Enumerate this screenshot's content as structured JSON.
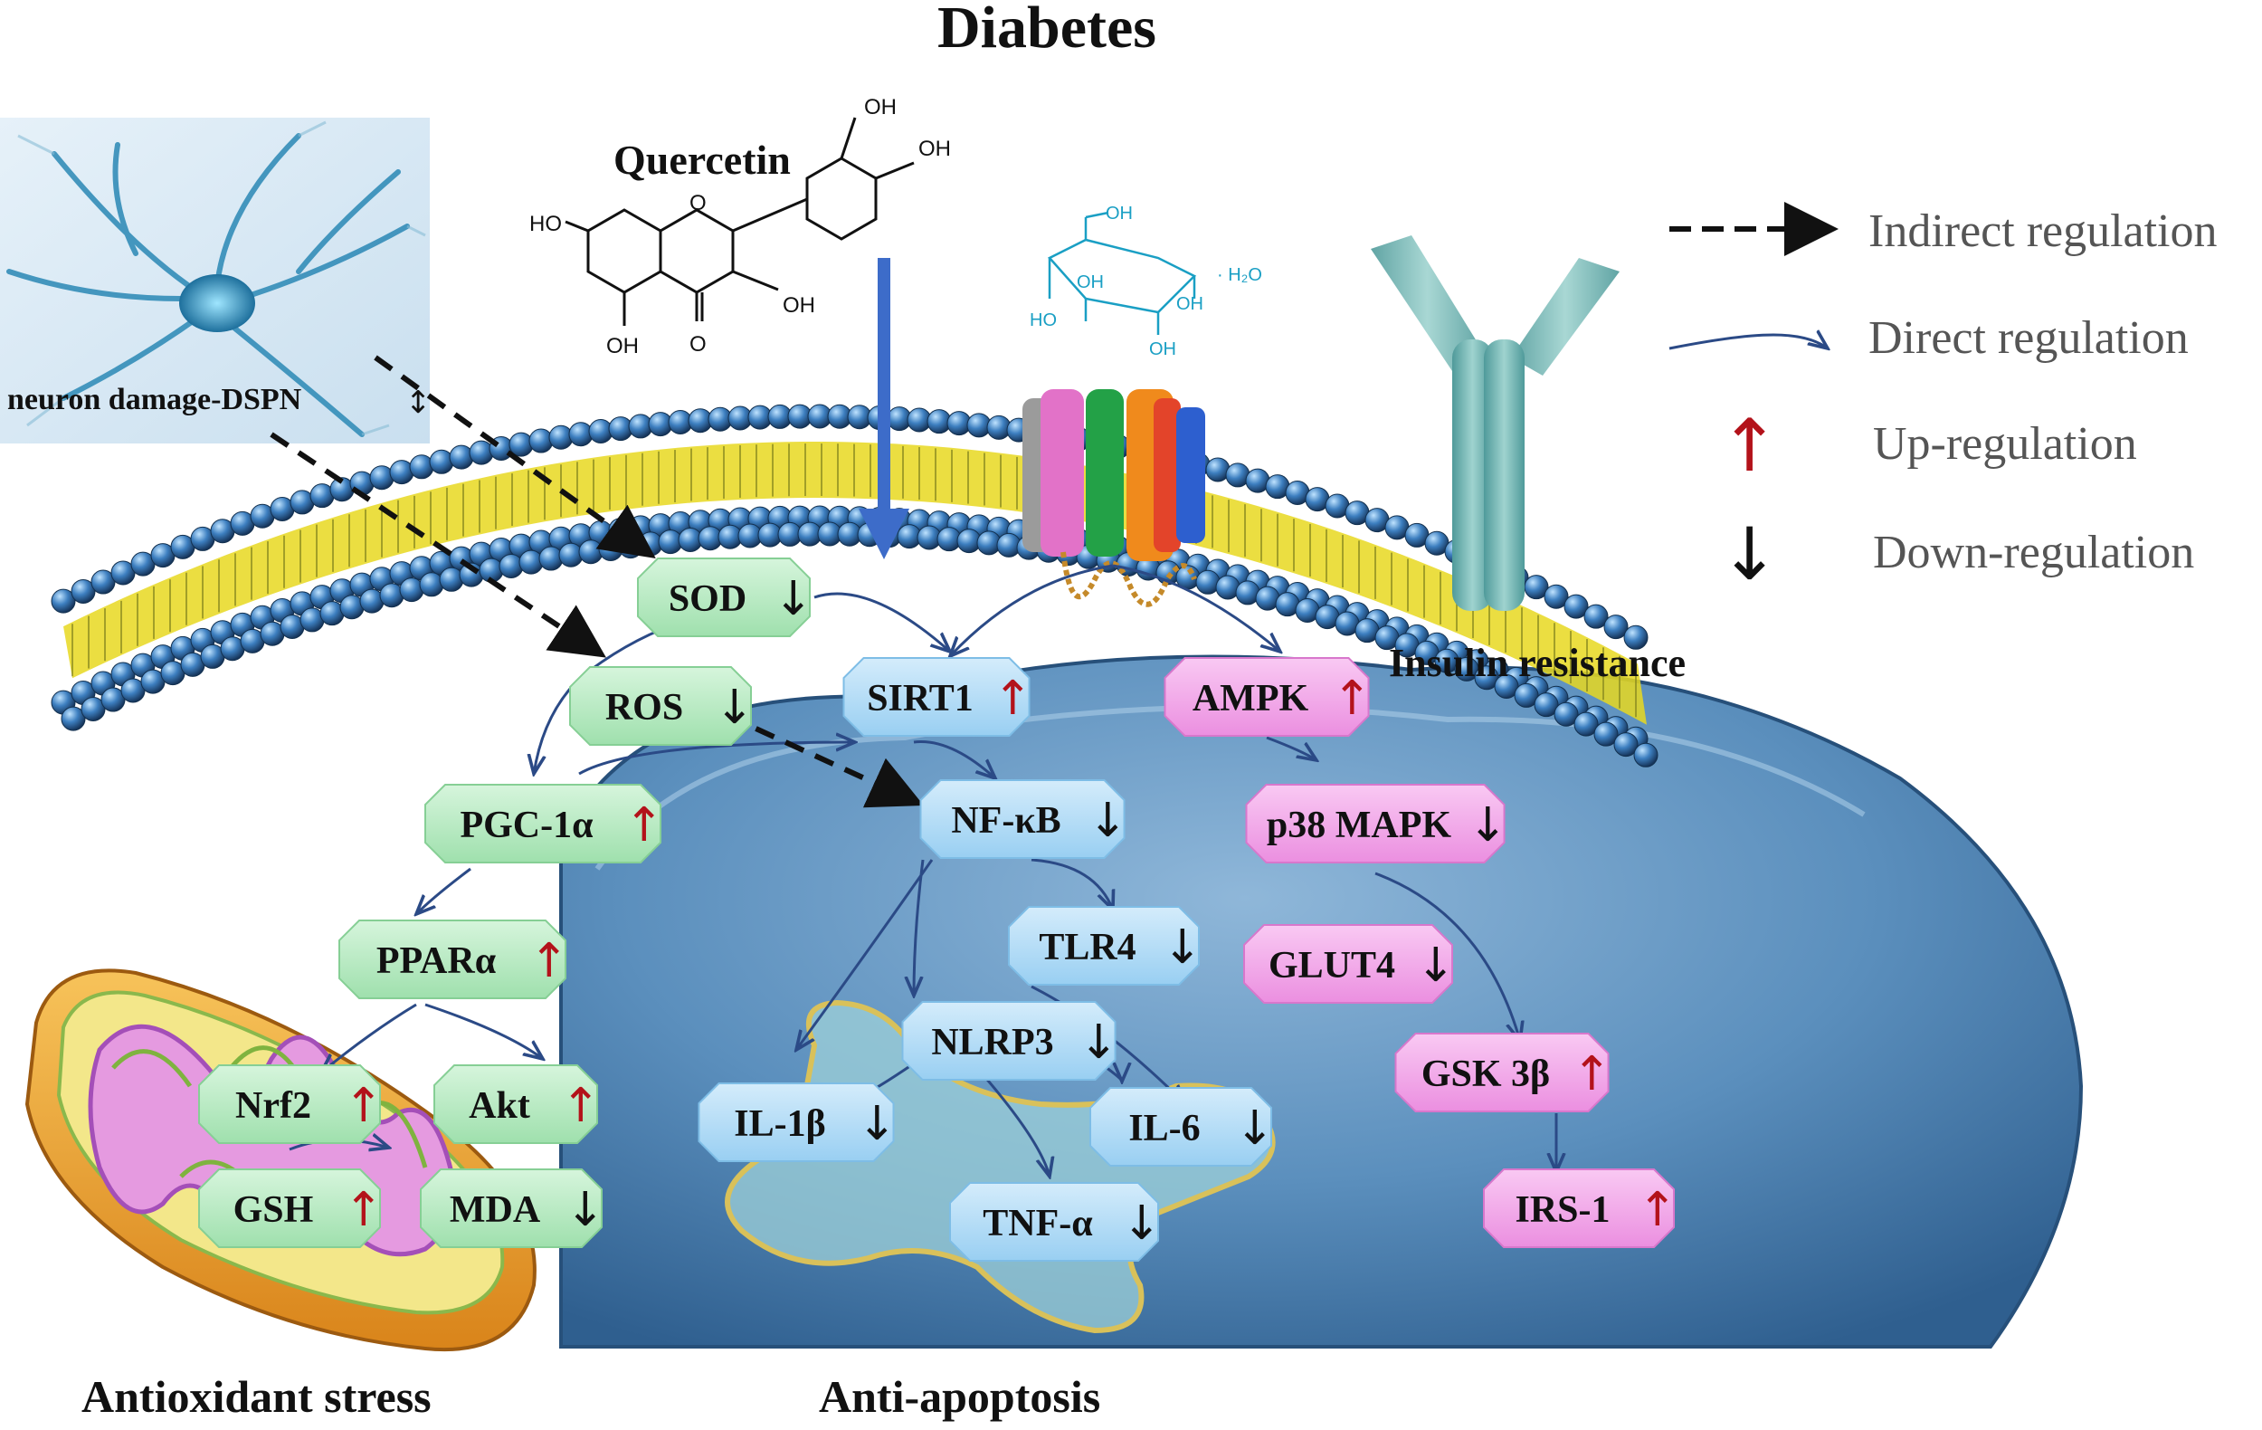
{
  "title": "Diabetes",
  "compound": {
    "name": "Quercetin",
    "groups": [
      "OH",
      "OH",
      "HO",
      "OH",
      "OH",
      "O",
      "O"
    ]
  },
  "glucose": {
    "groups": [
      "OH",
      "OH",
      "OH",
      "OH",
      "HO"
    ],
    "hydrate": "· H₂O"
  },
  "labels": {
    "neuron": "neuron damage-DSPN",
    "neuron_arrow": "↕",
    "insulin": "Insulin resistance",
    "antioxidant": "Antioxidant stress",
    "apoptosis": "Anti-apoptosis"
  },
  "legend": {
    "indirect": "Indirect regulation",
    "direct": "Direct regulation",
    "up": "Up-regulation",
    "down": "Down-regulation",
    "up_symbol": "↑",
    "down_symbol": "↓"
  },
  "nodes": {
    "sod": {
      "label": "SOD",
      "arrow": "↓",
      "dir": "down",
      "color": "green"
    },
    "ros": {
      "label": "ROS",
      "arrow": "↓",
      "dir": "down",
      "color": "green"
    },
    "pgc": {
      "label": "PGC-1α",
      "arrow": "↑",
      "dir": "up",
      "color": "green"
    },
    "ppar": {
      "label": "PPARα",
      "arrow": "↑",
      "dir": "up",
      "color": "green"
    },
    "nrf2": {
      "label": "Nrf2",
      "arrow": "↑",
      "dir": "up",
      "color": "green"
    },
    "akt": {
      "label": "Akt",
      "arrow": "↑",
      "dir": "up",
      "color": "green"
    },
    "gsh": {
      "label": "GSH",
      "arrow": "↑",
      "dir": "up",
      "color": "green"
    },
    "mda": {
      "label": "MDA",
      "arrow": "↓",
      "dir": "down",
      "color": "green"
    },
    "sirt1": {
      "label": "SIRT1",
      "arrow": "↑",
      "dir": "up",
      "color": "blue"
    },
    "nfkb": {
      "label": "NF-κB",
      "arrow": "↓",
      "dir": "down",
      "color": "blue"
    },
    "tlr4": {
      "label": "TLR4",
      "arrow": "↓",
      "dir": "down",
      "color": "blue"
    },
    "nlrp3": {
      "label": "NLRP3",
      "arrow": "↓",
      "dir": "down",
      "color": "blue"
    },
    "il1b": {
      "label": "IL-1β",
      "arrow": "↓",
      "dir": "down",
      "color": "blue"
    },
    "il6": {
      "label": "IL-6",
      "arrow": "↓",
      "dir": "down",
      "color": "blue"
    },
    "tnfa": {
      "label": "TNF-α",
      "arrow": "↓",
      "dir": "down",
      "color": "blue"
    },
    "ampk": {
      "label": "AMPK",
      "arrow": "↑",
      "dir": "up",
      "color": "pink"
    },
    "p38": {
      "label": "p38 MAPK",
      "arrow": "↓",
      "dir": "down",
      "color": "pink"
    },
    "glut4": {
      "label": "GLUT4",
      "arrow": "↓",
      "dir": "down",
      "color": "pink"
    },
    "gsk3b": {
      "label": "GSK 3β",
      "arrow": "↑",
      "dir": "up",
      "color": "pink"
    },
    "irs1": {
      "label": "IRS-1",
      "arrow": "↑",
      "dir": "up",
      "color": "pink"
    }
  },
  "colors": {
    "green": "#b8ecc4",
    "blue": "#b4dcf6",
    "pink": "#f2a6ea",
    "up_arrow": "#b3121a",
    "down_arrow": "#111111",
    "direct_line": "#2b4a86",
    "membrane_head": "#2e6aa6",
    "membrane_tail": "#e8d820",
    "nucleus": "#4f86b5"
  }
}
